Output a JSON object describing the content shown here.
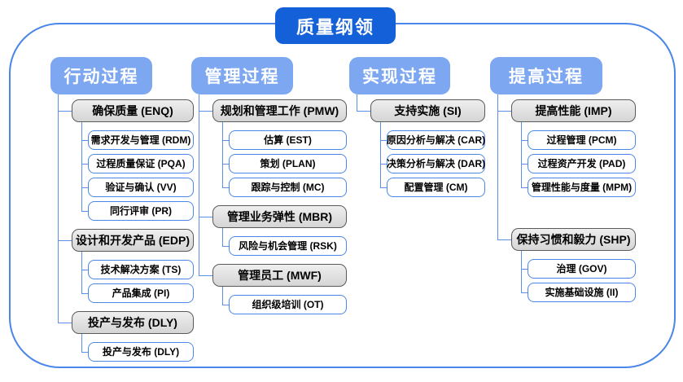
{
  "title": "质量纲领",
  "colors": {
    "title_bg": "#1460d9",
    "column_header_bg": "#7da7f1",
    "connector_line": "#5b90e8",
    "leaf_border": "#4a86e8",
    "group_fill": "#d9d9d9",
    "group_border": "#5a5a5a"
  },
  "columns": [
    {
      "header": "行动过程",
      "groups": [
        {
          "parent": "确保质量 (ENQ)",
          "children": [
            "需求开发与管理 (RDM)",
            "过程质量保证 (PQA)",
            "验证与确认 (VV)",
            "同行评审 (PR)"
          ]
        },
        {
          "parent": "设计和开发产品 (EDP)",
          "children": [
            "技术解决方案 (TS)",
            "产品集成 (PI)"
          ]
        },
        {
          "parent": "投产与发布 (DLY)",
          "children": [
            "投产与发布 (DLY)"
          ]
        }
      ]
    },
    {
      "header": "管理过程",
      "groups": [
        {
          "parent": "规划和管理工作 (PMW)",
          "children": [
            "估算 (EST)",
            "策划 (PLAN)",
            "跟踪与控制 (MC)"
          ]
        },
        {
          "parent": "管理业务弹性 (MBR)",
          "children": [
            "风险与机会管理 (RSK)"
          ]
        },
        {
          "parent": "管理员工 (MWF)",
          "children": [
            "组织级培训 (OT)"
          ]
        }
      ]
    },
    {
      "header": "实现过程",
      "groups": [
        {
          "parent": "支持实施 (SI)",
          "children": [
            "原因分析与解决 (CAR)",
            "决策分析与解决 (DAR)",
            "配置管理 (CM)"
          ]
        }
      ]
    },
    {
      "header": "提高过程",
      "groups": [
        {
          "parent": "提高性能 (IMP)",
          "children": [
            "过程管理 (PCM)",
            "过程资产开发 (PAD)",
            "管理性能与度量 (MPM)"
          ]
        },
        {
          "parent": "保持习惯和毅力 (SHP)",
          "children": [
            "治理 (GOV)",
            "实施基础设施 (II)"
          ]
        }
      ]
    }
  ]
}
